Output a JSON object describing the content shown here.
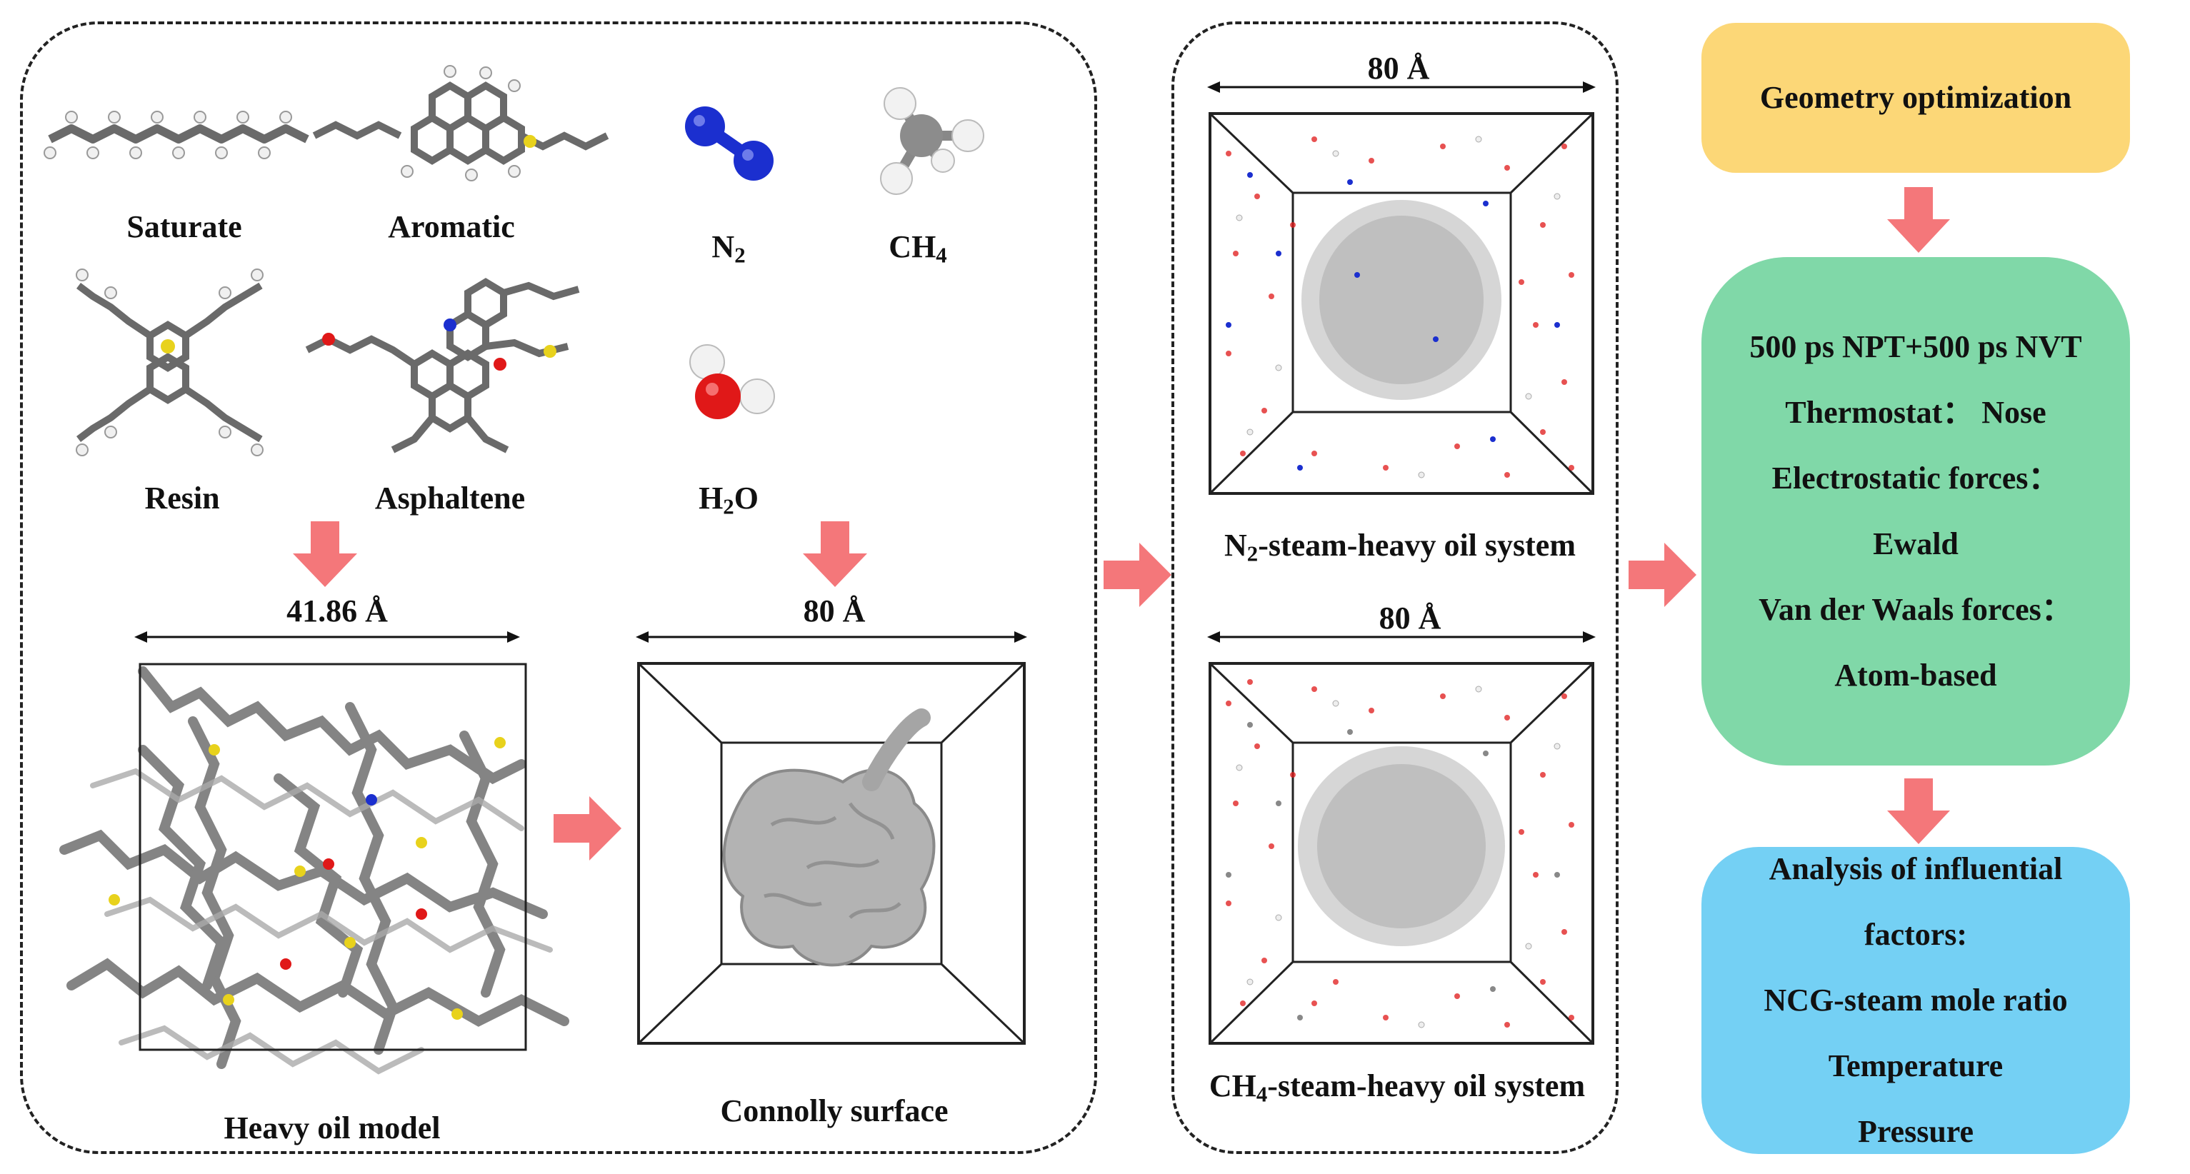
{
  "molecules": {
    "saturate": "Saturate",
    "aromatic": "Aromatic",
    "resin": "Resin",
    "asphaltene": "Asphaltene",
    "n2": {
      "main": "N",
      "sub": "2"
    },
    "ch4": {
      "main": "CH",
      "sub": "4"
    },
    "h2o": {
      "pre": "H",
      "sub": "2",
      "post": "O"
    }
  },
  "models": {
    "heavy_oil_dim": "41.86 Å",
    "heavy_oil_label": "Heavy oil model",
    "connolly_dim": "80 Å",
    "connolly_label": "Connolly surface"
  },
  "systems": {
    "n2_dim": "80 Å",
    "n2_label": {
      "pre": "N",
      "sub": "2",
      "post": "-steam-heavy oil system"
    },
    "ch4_dim": "80 Å",
    "ch4_label": {
      "pre": "CH",
      "sub": "4",
      "post": "-steam-heavy oil system"
    }
  },
  "workflow": {
    "step1": "Geometry optimization",
    "step2_lines": [
      "500 ps NPT+500 ps NVT",
      "Thermostat： Nose",
      "Electrostatic forces：",
      "Ewald",
      "Van der Waals forces：",
      "Atom-based"
    ],
    "step3_lines": [
      "Analysis of influential",
      "factors:",
      "NCG-steam mole ratio",
      "Temperature",
      "Pressure"
    ]
  },
  "colors": {
    "arrow": "#f4777a",
    "step1_fill": "#fcd777",
    "step2_fill": "#80d8a8",
    "step3_fill": "#74d0f4",
    "carbon": "#8c8c8c",
    "hydrogen": "#f2f2f2",
    "nitrogen": "#1b2fcf",
    "oxygen": "#e01818",
    "sulfur": "#e8d21c"
  }
}
